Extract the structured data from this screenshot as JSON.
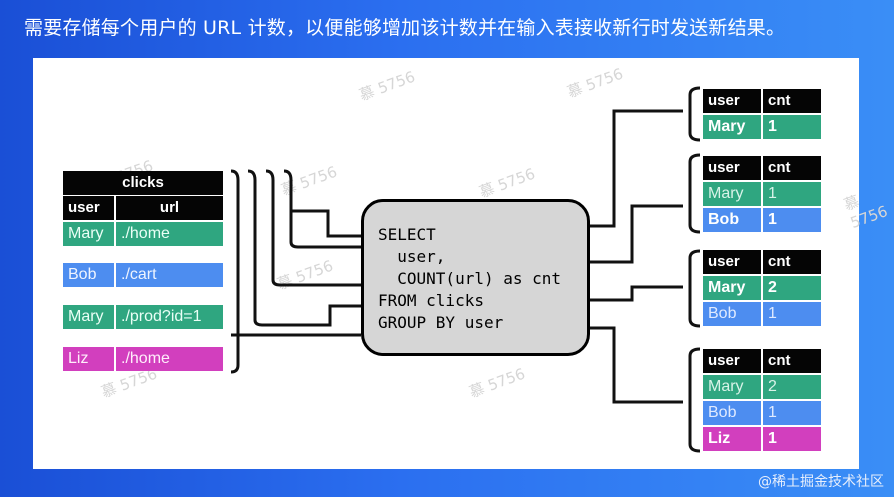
{
  "header": {
    "title": "需要存储每个用户的 URL 计数，以便能够增加该计数并在输入表接收新行时发送新结果。"
  },
  "colors": {
    "green": "#2fa680",
    "blue": "#4d8df0",
    "magenta": "#d23fbe",
    "header_black": "#050505",
    "sql_box": "#d6d6d6"
  },
  "watermark": {
    "tag": "慕 5756",
    "site": "@稀土掘金技术社区"
  },
  "clicks_table": {
    "name": "clicks",
    "columns": [
      "user",
      "url"
    ],
    "rows": [
      {
        "user": "Mary",
        "url": "./home",
        "color": "green"
      },
      {
        "user": "Bob",
        "url": "./cart",
        "color": "blue"
      },
      {
        "user": "Mary",
        "url": "./prod?id=1",
        "color": "green"
      },
      {
        "user": "Liz",
        "url": "./home",
        "color": "magenta"
      }
    ]
  },
  "query": {
    "line1": "SELECT",
    "line2": "  user,",
    "line3": "  COUNT(url) as cnt",
    "line4": "FROM clicks",
    "line5": "GROUP BY user"
  },
  "result_tables": [
    {
      "columns": [
        "user",
        "cnt"
      ],
      "rows": [
        {
          "user": "Mary",
          "cnt": "1",
          "color": "green",
          "bold": true
        }
      ]
    },
    {
      "columns": [
        "user",
        "cnt"
      ],
      "rows": [
        {
          "user": "Mary",
          "cnt": "1",
          "color": "green",
          "bold": false
        },
        {
          "user": "Bob",
          "cnt": "1",
          "color": "blue",
          "bold": true
        }
      ]
    },
    {
      "columns": [
        "user",
        "cnt"
      ],
      "rows": [
        {
          "user": "Mary",
          "cnt": "2",
          "color": "green",
          "bold": true
        },
        {
          "user": "Bob",
          "cnt": "1",
          "color": "blue",
          "bold": false
        }
      ]
    },
    {
      "columns": [
        "user",
        "cnt"
      ],
      "rows": [
        {
          "user": "Mary",
          "cnt": "2",
          "color": "green",
          "bold": false
        },
        {
          "user": "Bob",
          "cnt": "1",
          "color": "blue",
          "bold": false
        },
        {
          "user": "Liz",
          "cnt": "1",
          "color": "magenta",
          "bold": true
        }
      ]
    }
  ]
}
